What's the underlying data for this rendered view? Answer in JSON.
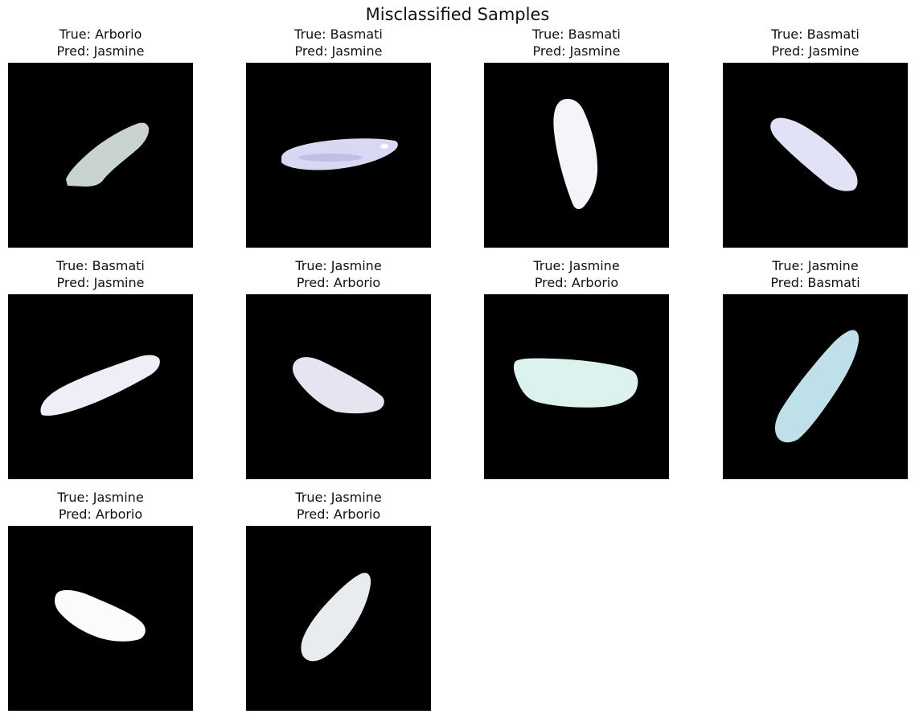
{
  "figure": {
    "title": "Misclassified Samples"
  },
  "samples": [
    {
      "true_label": "True: Arborio",
      "pred_label": "Pred: Jasmine",
      "grain_color": "#c9d4cf",
      "grain": "rice-grain"
    },
    {
      "true_label": "True: Basmati",
      "pred_label": "Pred: Jasmine",
      "grain_color": "#d9d8f3",
      "grain": "rice-grain"
    },
    {
      "true_label": "True: Basmati",
      "pred_label": "Pred: Jasmine",
      "grain_color": "#f4f4fb",
      "grain": "rice-grain"
    },
    {
      "true_label": "True: Basmati",
      "pred_label": "Pred: Jasmine",
      "grain_color": "#e2e2f6",
      "grain": "rice-grain"
    },
    {
      "true_label": "True: Basmati",
      "pred_label": "Pred: Jasmine",
      "grain_color": "#efedf5",
      "grain": "rice-grain"
    },
    {
      "true_label": "True: Jasmine",
      "pred_label": "Pred: Arborio",
      "grain_color": "#e5e5f2",
      "grain": "rice-grain"
    },
    {
      "true_label": "True: Jasmine",
      "pred_label": "Pred: Arborio",
      "grain_color": "#dcf2ef",
      "grain": "rice-grain"
    },
    {
      "true_label": "True: Jasmine",
      "pred_label": "Pred: Basmati",
      "grain_color": "#bfe0e8",
      "grain": "rice-grain"
    },
    {
      "true_label": "True: Jasmine",
      "pred_label": "Pred: Arborio",
      "grain_color": "#fbfbfd",
      "grain": "rice-grain"
    },
    {
      "true_label": "True: Jasmine",
      "pred_label": "Pred: Arborio",
      "grain_color": "#e9ecee",
      "grain": "rice-grain"
    }
  ]
}
